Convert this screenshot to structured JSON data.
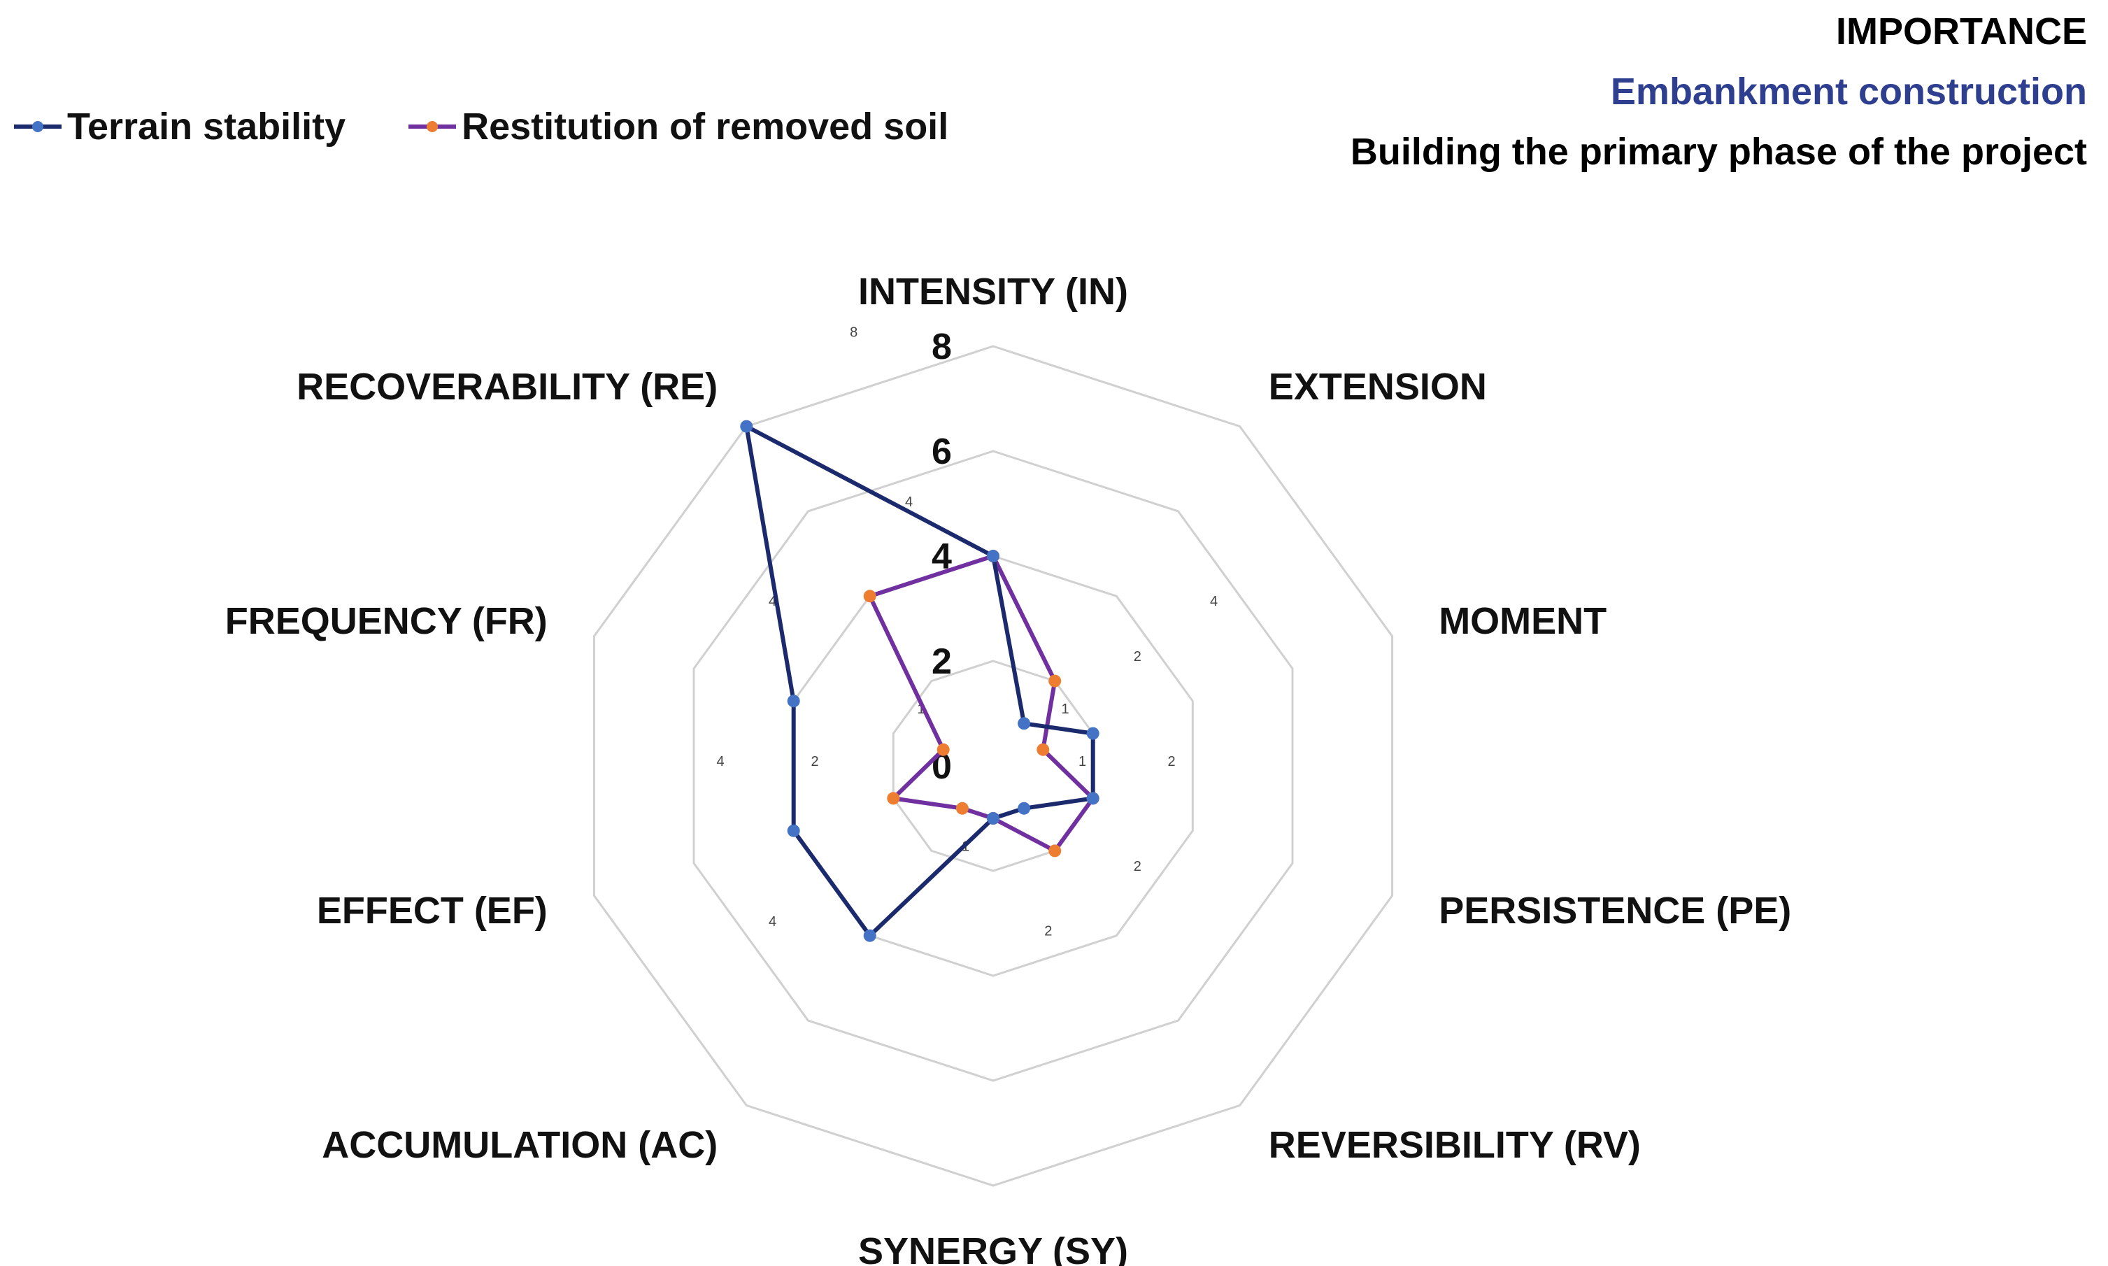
{
  "header": {
    "line1": "IMPORTANCE",
    "line2": "Embankment construction",
    "line3": "Building the primary phase of the project",
    "line2_color": "#2f3f8f"
  },
  "legend": {
    "items": [
      {
        "label": "Terrain stability",
        "line_color": "#1a2a6c",
        "marker_color": "#4472c4"
      },
      {
        "label": "Restitution of removed soil",
        "line_color": "#7030a0",
        "marker_color": "#ed7d31"
      }
    ]
  },
  "chart_data": {
    "type": "radar",
    "title": "",
    "axes": [
      "INTENSITY (IN)",
      "EXTENSION",
      "MOMENT",
      "PERSISTENCE (PE)",
      "REVERSIBILITY (RV)",
      "SYNERGY (SY)",
      "ACCUMULATION (AC)",
      "EFFECT (EF)",
      "FREQUENCY (FR)",
      "RECOVERABILITY (RE)"
    ],
    "rlim": [
      0,
      8
    ],
    "ticks": [
      "0",
      "2",
      "4",
      "6",
      "8"
    ],
    "grid": true,
    "legend_position": "top-left",
    "series": [
      {
        "name": "Terrain stability",
        "values": [
          4,
          1,
          2,
          2,
          1,
          1,
          4,
          4,
          4,
          8
        ]
      },
      {
        "name": "Restitution of removed soil",
        "values": [
          4,
          2,
          1,
          2,
          2,
          1,
          1,
          2,
          1,
          4
        ]
      }
    ],
    "value_labels": [
      {
        "axis": "EXTENSION",
        "text": "4"
      },
      {
        "axis": "EXTENSION",
        "text": "2"
      },
      {
        "axis": "EXTENSION",
        "text": "1"
      },
      {
        "axis": "MOMENT",
        "text": "2"
      },
      {
        "axis": "MOMENT",
        "text": "1"
      },
      {
        "axis": "PERSISTENCE (PE)",
        "text": "2"
      },
      {
        "axis": "REVERSIBILITY (RV)",
        "text": "2"
      },
      {
        "axis": "SYNERGY (SY)",
        "text": "1"
      },
      {
        "axis": "ACCUMULATION (AC)",
        "text": "4"
      },
      {
        "axis": "EFFECT (EF)",
        "text": "4"
      },
      {
        "axis": "EFFECT (EF)",
        "text": "2"
      },
      {
        "axis": "FREQUENCY (FR)",
        "text": "4"
      },
      {
        "axis": "FREQUENCY (FR)",
        "text": "1"
      },
      {
        "axis": "RECOVERABILITY (RE)",
        "text": "4"
      },
      {
        "axis": "RECOVERABILITY (RE)",
        "text": "8"
      }
    ]
  }
}
